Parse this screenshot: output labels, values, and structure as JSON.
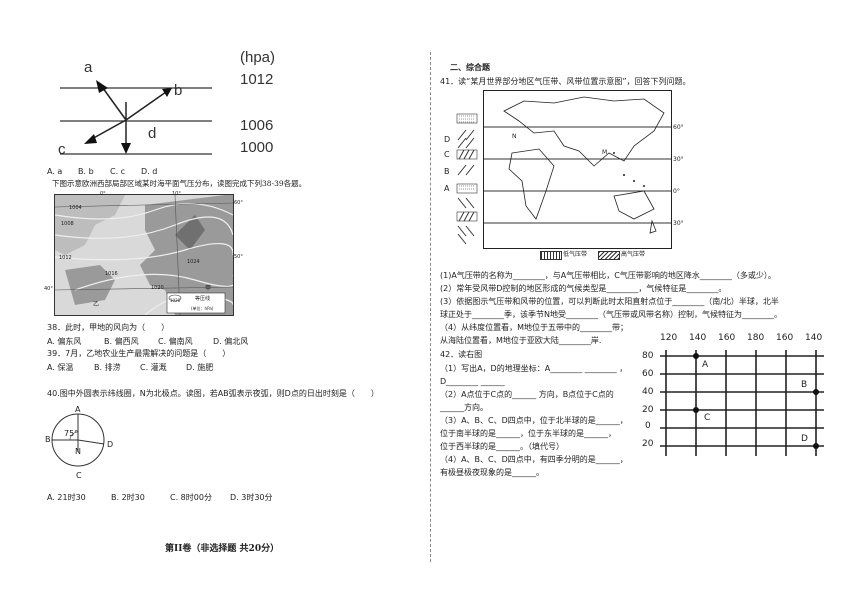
{
  "pressure_fig": {
    "unit": "(hpa)",
    "levels": [
      "1012",
      "1006",
      "1000"
    ],
    "labels": {
      "a": "a",
      "b": "b",
      "c": "c",
      "d": "d"
    }
  },
  "q37": {
    "options": [
      "A. a",
      "B. b",
      "C. c",
      "D. d"
    ]
  },
  "intro_38_39": "下图示意欧洲西部局部区域某时海平面气压分布，读图完成下列38-39各题。",
  "europe_map": {
    "isobars": [
      "1004",
      "1008",
      "1012",
      "1016",
      "1020",
      "1024"
    ],
    "lat": [
      "60°",
      "50°",
      "40°"
    ],
    "lon": [
      "0°",
      "10°"
    ],
    "places": {
      "jia": "甲",
      "yi": "乙"
    },
    "legend_value": "1020",
    "legend_title": "等压线",
    "legend_unit": "(单位：hPa)"
  },
  "q38": {
    "stem": "38．此时，甲地的风向为（　　）",
    "options": [
      "A. 偏东风",
      "B. 偏西风",
      "C. 偏南风",
      "D. 偏北风"
    ]
  },
  "q39": {
    "stem": "39．7月，乙地农业生产最需解决的问题是（　　）",
    "options": [
      "A. 保温",
      "B. 排涝",
      "C. 灌溉",
      "D. 施肥"
    ]
  },
  "q40": {
    "stem": "40.图中外圆表示纬线圈，N为北极点。读图，若AB弧表示夜弧，则D点的日出时刻是（　　）",
    "circle": {
      "A": "A",
      "B": "B",
      "C": "C",
      "D": "D",
      "N": "N",
      "angle": "75°"
    },
    "options": [
      "A. 21时30",
      "B. 2时30",
      "C. 8时00分",
      "D. 3时30分"
    ]
  },
  "section2_title": "第II卷（非选择题  共20分）",
  "right": {
    "heading": "二、综合题",
    "q41_stem": "41．读“某月世界部分地区气压带、风带位置示意图”，回答下列问题。",
    "belt_letters": [
      "D",
      "C",
      "B",
      "A"
    ],
    "lat_labels": [
      "60°",
      "30°",
      "0°",
      "30°"
    ],
    "map_points": {
      "M": "M",
      "N": "N"
    },
    "legend": {
      "low": "低气压带",
      "high": "高气压带"
    },
    "q41_lines": [
      "(1)A气压带的名称为________，与A气压带相比，C气压带影响的地区降水________（多或少）。",
      "(2）常年受风带D控制的地区形成的气候类型是________，气候特征是________。",
      "(3）依据图示气压带和风带的位置，可以判断此时太阳直射点位于________（南/北）半球，北半",
      "球正处于________季，该季节N地受________（气压带或风带名称）控制，气候特征为________。",
      "（4）从纬度位置看，M地位于五带中的________带；",
      "从海陆位置看，M地位于亚欧大陆________岸."
    ],
    "q42_title": "42．读右图",
    "q42_lines": [
      "（1）写出A，D的地理坐标：A________ ________ ，",
      "D________ ______",
      "（2）A点位于C点的______ 方向，B点位于C点的",
      "______方向。",
      "（3）A、B、C、D四点中，位于北半球的是______，",
      "位于南半球的是______，位于东半球的是______，",
      "位于西半球的是______。（填代号）",
      "（4）A、B、C、D四点中，有四季分明的是______，",
      "有极昼极夜现象的是______。"
    ],
    "grid": {
      "top_labels": [
        "120",
        "140",
        "160",
        "180",
        "160",
        "140"
      ],
      "left_labels": [
        "80",
        "60",
        "40",
        "20",
        "0",
        "20"
      ],
      "points": [
        {
          "name": "A",
          "lon": "140",
          "lat": "80"
        },
        {
          "name": "B",
          "lon": "140",
          "lat": "40"
        },
        {
          "name": "C",
          "lon": "140",
          "lat": "20"
        },
        {
          "name": "D",
          "lon": "140",
          "lat": "20"
        }
      ]
    }
  }
}
